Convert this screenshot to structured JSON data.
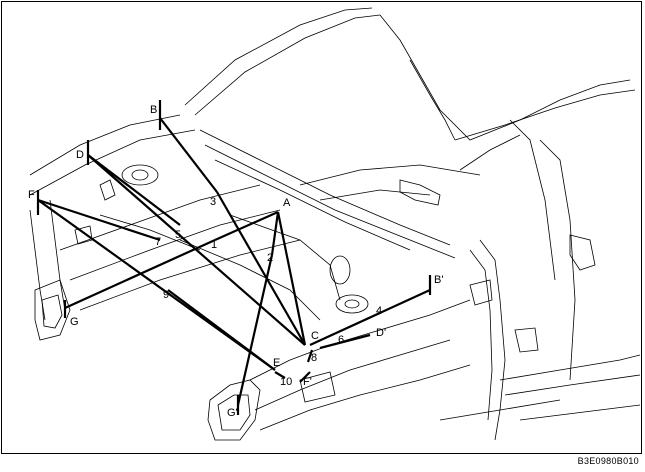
{
  "diagram": {
    "callouts": {
      "A": "A",
      "B": "B",
      "B2": "B'",
      "C": "C",
      "D": "D",
      "D2": "D'",
      "E": "E",
      "F": "F",
      "F2": "F'",
      "G": "G",
      "G2": "G'",
      "n1": "1",
      "n2": "2",
      "n3": "3",
      "n4": "4",
      "n5": "5",
      "n6": "6",
      "n7": "7",
      "n8": "8",
      "n9": "9",
      "n10": "10"
    },
    "figure_code": "B3E0980B010"
  }
}
